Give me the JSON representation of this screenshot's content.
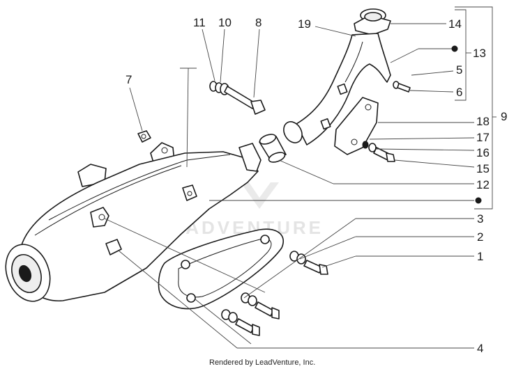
{
  "diagram": {
    "part_labels": {
      "p1": "1",
      "p2": "2",
      "p3": "3",
      "p4": "4",
      "p5": "5",
      "p6": "6",
      "p7": "7",
      "p8": "8",
      "p9": "9",
      "p10": "10",
      "p11": "11",
      "p12": "12",
      "p13": "13",
      "p14": "14",
      "p15": "15",
      "p16": "16",
      "p17": "17",
      "p18": "18",
      "p19": "19"
    },
    "watermark": "LEADVENTURE",
    "credit": "Rendered by LeadVenture, Inc."
  }
}
